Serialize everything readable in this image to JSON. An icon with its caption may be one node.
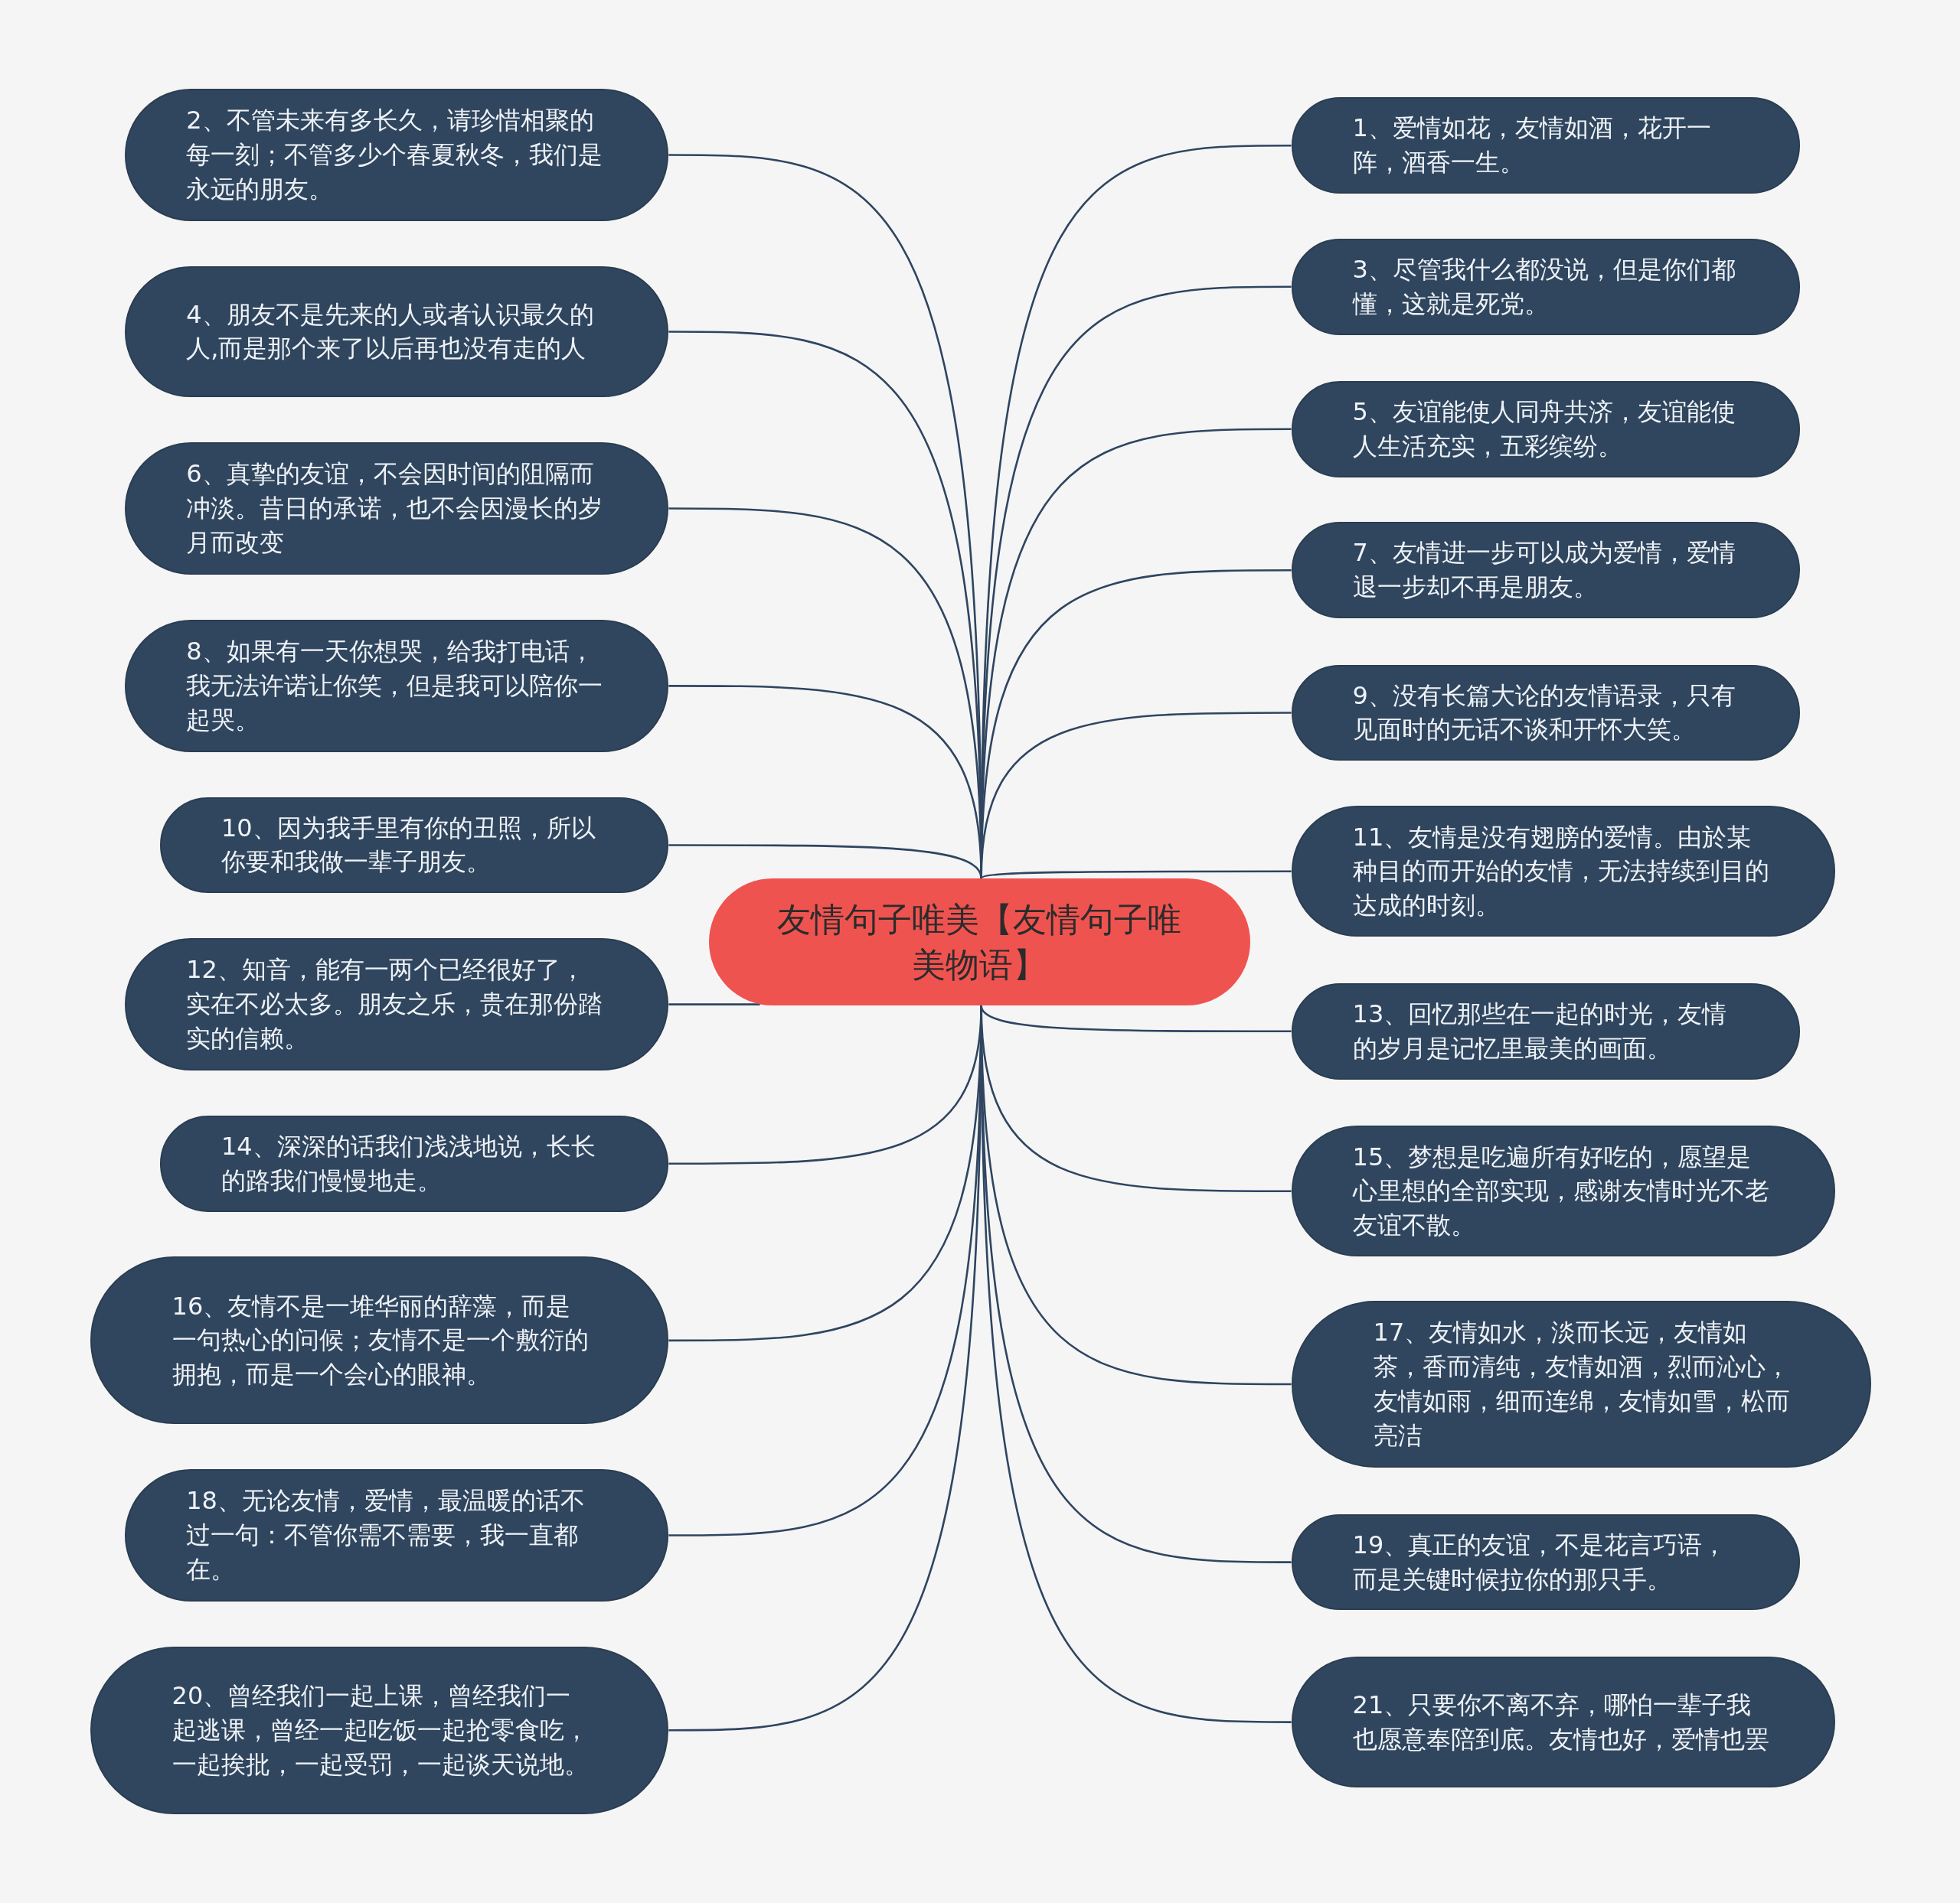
{
  "diagram": {
    "nodes": [
      {
        "text": [
          "友情句子唯美【友情句子唯美物语】"
        ]
      },
      {
        "text": [
          "1、爱情如花，友情如酒，花开一阵，酒香一生。"
        ]
      },
      {
        "text": [
          "2、不管未来有多长久，请珍惜相聚的每一刻；不管多少个春夏秋冬，我们是永远的朋友。"
        ]
      },
      {
        "text": [
          "3、尽管我什么都没说，但是你们都懂，这就是死党。"
        ]
      },
      {
        "text": [
          "4、朋友不是先来的人或者认识最久的人,而是那个来了以后再也没有走的人"
        ]
      },
      {
        "text": [
          "5、友谊能使人同舟共济，友谊能使人生活充实，五彩缤纷。"
        ]
      },
      {
        "text": [
          "6、真挚的友谊，不会因时间的阻隔而冲淡。昔日的承诺，也不会因漫长的岁月而改变"
        ]
      },
      {
        "text": [
          "7、友情进一步可以成为爱情，爱情退一步却不再是朋友。"
        ]
      },
      {
        "text": [
          "8、如果有一天你想哭，给我打电话，我无法许诺让你笑，但是我可以陪你一起哭。"
        ]
      },
      {
        "text": [
          "9、没有长篇大论的友情语录，只有见面时的无话不谈和开怀大笑。"
        ]
      },
      {
        "text": [
          "10、因为我手里有你的丑照，所以你要和我做一辈子朋友。"
        ]
      },
      {
        "text": [
          "11、友情是没有翅膀的爱情。由於某种目的而开始的友情，无法持续到目的达成的时刻。"
        ]
      },
      {
        "text": [
          "12、知音，能有一两个已经很好了，实在不必太多。朋友之乐，贵在那份踏实的信赖。"
        ]
      },
      {
        "text": [
          "13、回忆那些在一起的时光，友情的岁月是记忆里最美的画面。"
        ]
      },
      {
        "text": [
          "14、深深的话我们浅浅地说，长长的路我们慢慢地走。"
        ]
      },
      {
        "text": [
          "15、梦想是吃遍所有好吃的，愿望是心里想的全部实现，感谢友情时光不老友谊不散。"
        ]
      },
      {
        "text": [
          "16、友情不是一堆华丽的辞藻，而是一句热心的问候；友情不是一个敷衍的拥抱，而是一个会心的眼神。"
        ]
      },
      {
        "text": [
          "17、友情如水，淡而长远，友情如茶，香而清纯，友情如酒，烈而沁心，友情如雨，细而连绵，友情如雪，松而亮洁"
        ]
      },
      {
        "text": [
          "18、无论友情，爱情，最温暖的话不过一句：不管你需不需要，我一直都在。"
        ]
      },
      {
        "text": [
          "19、真正的友谊，不是花言巧语，而是关键时候拉你的那只手。"
        ]
      },
      {
        "text": [
          "20、曾经我们一起上课，曾经我们一起逃课，曾经一起吃饭一起抢零食吃，一起挨批，一起受罚，一起谈天说地。"
        ]
      },
      {
        "text": [
          "21、只要你不离不弃，哪怕一辈子我也愿意奉陪到底。友情也好，爱情也罢"
        ]
      }
    ],
    "edges": [
      {
        "from": 0,
        "to": 1,
        "arrow": "none"
      },
      {
        "from": 0,
        "to": 2,
        "arrow": "none"
      },
      {
        "from": 0,
        "to": 3,
        "arrow": "none"
      },
      {
        "from": 0,
        "to": 4,
        "arrow": "none"
      },
      {
        "from": 0,
        "to": 5,
        "arrow": "none"
      },
      {
        "from": 0,
        "to": 6,
        "arrow": "none"
      },
      {
        "from": 0,
        "to": 7,
        "arrow": "none"
      },
      {
        "from": 0,
        "to": 8,
        "arrow": "none"
      },
      {
        "from": 0,
        "to": 9,
        "arrow": "none"
      },
      {
        "from": 0,
        "to": 10,
        "arrow": "none"
      },
      {
        "from": 0,
        "to": 11,
        "arrow": "none"
      },
      {
        "from": 0,
        "to": 12,
        "arrow": "none"
      },
      {
        "from": 0,
        "to": 13,
        "arrow": "none"
      },
      {
        "from": 0,
        "to": 14,
        "arrow": "none"
      },
      {
        "from": 0,
        "to": 15,
        "arrow": "none"
      },
      {
        "from": 0,
        "to": 16,
        "arrow": "none"
      },
      {
        "from": 0,
        "to": 17,
        "arrow": "none"
      },
      {
        "from": 0,
        "to": 18,
        "arrow": "none"
      },
      {
        "from": 0,
        "to": 19,
        "arrow": "none"
      },
      {
        "from": 0,
        "to": 20,
        "arrow": "none"
      },
      {
        "from": 0,
        "to": 21,
        "arrow": "none"
      }
    ]
  }
}
